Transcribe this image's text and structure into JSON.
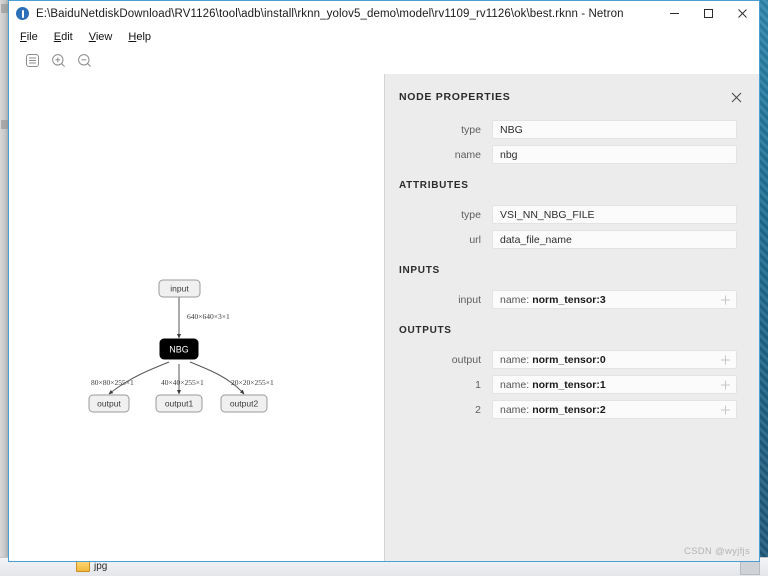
{
  "window": {
    "title": "E:\\BaiduNetdiskDownload\\RV1126\\tool\\adb\\install\\rknn_yolov5_demo\\model\\rv1109_rv1126\\ok\\best.rknn - Netron",
    "app_icon": "netron-circle-icon",
    "controls": {
      "minimize": "minimize-icon",
      "maximize": "maximize-icon",
      "close": "close-icon"
    }
  },
  "menubar": {
    "items": [
      {
        "label": "File",
        "accel": "F"
      },
      {
        "label": "Edit",
        "accel": "E"
      },
      {
        "label": "View",
        "accel": "V"
      },
      {
        "label": "Help",
        "accel": "H"
      }
    ]
  },
  "toolbar": {
    "buttons": [
      {
        "icon": "menu-list-icon",
        "name": "sidebar-toggle-button"
      },
      {
        "icon": "zoom-in-icon",
        "name": "zoom-in-button"
      },
      {
        "icon": "zoom-out-icon",
        "name": "zoom-out-button"
      }
    ]
  },
  "graph": {
    "nodes": [
      {
        "id": "input",
        "label": "input",
        "kind": "io"
      },
      {
        "id": "nbg",
        "label": "NBG",
        "kind": "op"
      },
      {
        "id": "output",
        "label": "output",
        "kind": "io"
      },
      {
        "id": "output1",
        "label": "output1",
        "kind": "io"
      },
      {
        "id": "output2",
        "label": "output2",
        "kind": "io"
      }
    ],
    "edges": [
      {
        "from": "input",
        "to": "nbg",
        "label": "640×640×3×1"
      },
      {
        "from": "nbg",
        "to": "output",
        "label": "80×80×255×1"
      },
      {
        "from": "nbg",
        "to": "output1",
        "label": "40×40×255×1"
      },
      {
        "from": "nbg",
        "to": "output2",
        "label": "20×20×255×1"
      }
    ]
  },
  "properties": {
    "title": "NODE PROPERTIES",
    "close_icon": "close-icon",
    "general": [
      {
        "label": "type",
        "value": "NBG"
      },
      {
        "label": "name",
        "value": "nbg"
      }
    ],
    "attributes_title": "ATTRIBUTES",
    "attributes": [
      {
        "label": "type",
        "value": "VSI_NN_NBG_FILE"
      },
      {
        "label": "url",
        "value": "data_file_name"
      }
    ],
    "inputs_title": "INPUTS",
    "inputs": [
      {
        "label": "input",
        "prefix": "name:",
        "value": "norm_tensor:3",
        "expand": "expand-plus-icon"
      }
    ],
    "outputs_title": "OUTPUTS",
    "outputs": [
      {
        "label": "output",
        "prefix": "name:",
        "value": "norm_tensor:0",
        "expand": "expand-plus-icon"
      },
      {
        "label": "1",
        "prefix": "name:",
        "value": "norm_tensor:1",
        "expand": "expand-plus-icon"
      },
      {
        "label": "2",
        "prefix": "name:",
        "value": "norm_tensor:2",
        "expand": "expand-plus-icon"
      }
    ]
  },
  "taskbar": {
    "item_label": "jpg"
  },
  "watermark": "CSDN @wyjfjs",
  "colors": {
    "window_border": "#4a9fd4",
    "panel_bg": "#ececec",
    "op_node_bg": "#000000",
    "io_node_bg": "#f0f0f0",
    "desktop": "#1b6f96"
  }
}
